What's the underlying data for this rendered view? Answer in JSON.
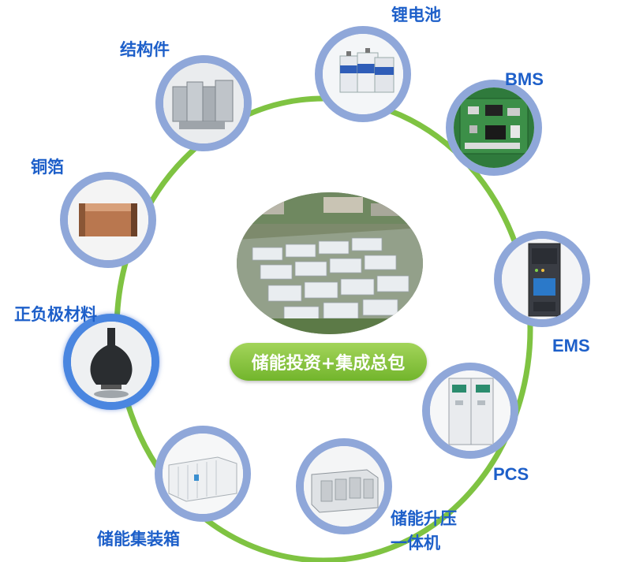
{
  "center": {
    "badge_label": "储能投资+集成总包",
    "photo_icon": "energy-storage-plant-photo"
  },
  "components": [
    {
      "id": "lithium-battery",
      "label": "锂电池",
      "icon": "battery-icon"
    },
    {
      "id": "bms",
      "label": "BMS",
      "icon": "circuit-board-icon"
    },
    {
      "id": "ems",
      "label": "EMS",
      "icon": "control-cabinet-icon"
    },
    {
      "id": "pcs",
      "label": "PCS",
      "icon": "inverter-cabinet-icon"
    },
    {
      "id": "step-up",
      "label_line1": "储能升压",
      "label_line2": "一体机",
      "icon": "transformer-unit-icon"
    },
    {
      "id": "container",
      "label": "储能集装箱",
      "icon": "container-icon"
    },
    {
      "id": "electrode",
      "label": "正负极材料",
      "icon": "powder-flask-icon"
    },
    {
      "id": "copper-foil",
      "label": "铜箔",
      "icon": "copper-foil-icon"
    },
    {
      "id": "structure",
      "label": "结构件",
      "icon": "metal-parts-icon"
    }
  ],
  "colors": {
    "ring": "#7fc342",
    "node_border": "#8fa7d9",
    "node_highlight": "#4a86e0",
    "label": "#1d5fc9",
    "badge": "#7cbd35"
  }
}
